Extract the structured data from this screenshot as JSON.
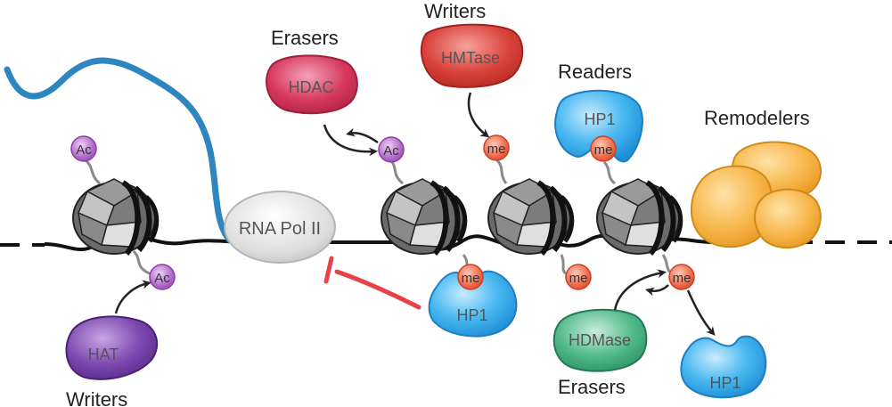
{
  "labels": {
    "writers_left": "Writers",
    "writers_top": "Writers",
    "erasers_top": "Erasers",
    "erasers_bottom": "Erasers",
    "readers": "Readers",
    "remodelers": "Remodelers"
  },
  "enzymes": {
    "hat": "HAT",
    "hdac": "HDAC",
    "hmtase": "HMTase",
    "hdmase": "HDMase",
    "hp1_top": "HP1",
    "hp1_middle": "HP1",
    "hp1_free": "HP1",
    "rna_pol": "RNA Pol II"
  },
  "marks": {
    "acetyl": "Ac",
    "methyl": "me"
  },
  "colors": {
    "hat": "#6a3d9a",
    "hdac": "#d63a5c",
    "hmtase": "#d9423b",
    "hdmase": "#3aa67a",
    "hp1": "#3aaee8",
    "remodelers": "#f5a623",
    "ac_mark": "#b36ac9",
    "me_mark": "#f06a4a",
    "rna_strand": "#2e86c1",
    "inhibit": "#e8414a",
    "nucleosome": "#555555"
  }
}
